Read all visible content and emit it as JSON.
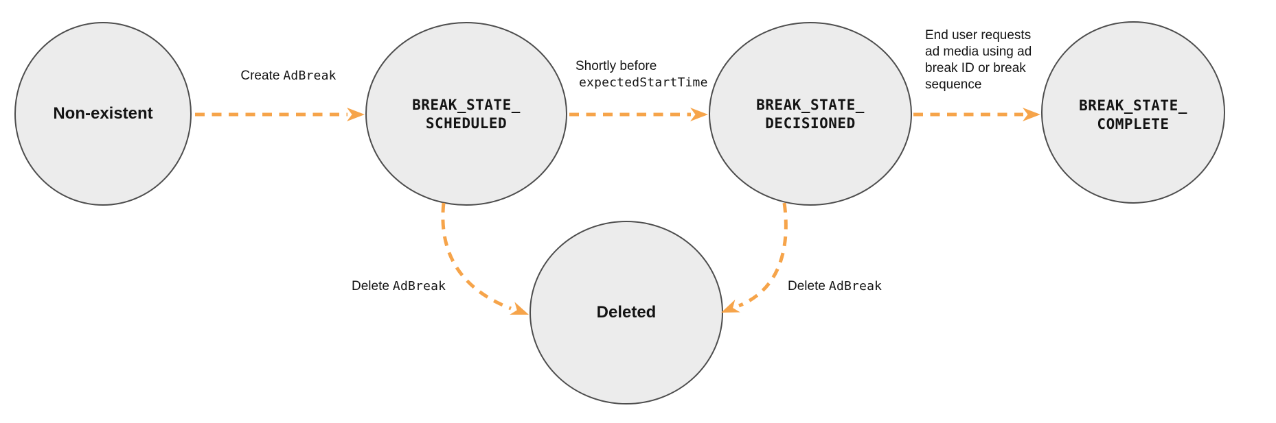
{
  "colors": {
    "node_fill": "#ececec",
    "node_stroke": "#4d4d4d",
    "arrow": "#f6a44a",
    "text": "#141414"
  },
  "nodes": {
    "non_existent": {
      "label": "Non-existent"
    },
    "scheduled": {
      "line1": "BREAK_STATE_",
      "line2": "SCHEDULED"
    },
    "decisioned": {
      "line1": "BREAK_STATE_",
      "line2": "DECISIONED"
    },
    "complete": {
      "line1": "BREAK_STATE_",
      "line2": "COMPLETE"
    },
    "deleted": {
      "label": "Deleted"
    }
  },
  "edges": {
    "create": {
      "sans": "Create",
      "mono": "AdBreak"
    },
    "shortly_before": {
      "line1_sans": "Shortly before",
      "line2_mono": "expectedStartTime"
    },
    "end_user": {
      "lines": [
        "End user requests",
        "ad media using ad",
        "break ID or break",
        "sequence"
      ]
    },
    "delete_left": {
      "sans": "Delete",
      "mono": "AdBreak"
    },
    "delete_right": {
      "sans": "Delete",
      "mono": "AdBreak"
    }
  }
}
